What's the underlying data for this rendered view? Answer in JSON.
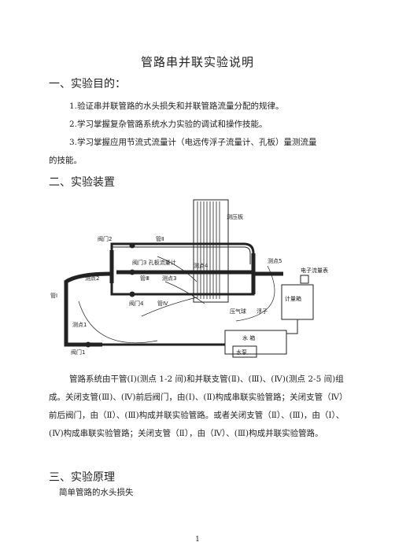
{
  "doc": {
    "title": "管路串并联实验说明",
    "section1": {
      "heading": "一、实验目的：",
      "items": [
        "1.验证串并联管路的水头损失和并联管路流量分配的规律。",
        "2.学习掌握复杂管路系统水力实验的调试和操作技能。",
        "3.学习掌握应用节流式流量计（电远传浮子流量计、孔板）量测流量",
        "的技能。"
      ]
    },
    "section2": {
      "heading": "二、实验装置",
      "paragraph": "管路系统由干管(Ⅰ)(测点 1-2 间)和并联支管(Ⅱ)、(Ⅲ)、(Ⅳ)(测点 2-5 间)组成。关闭支管(Ⅲ)、(Ⅳ)前后阀门，由(Ⅰ)、(Ⅱ)构成串联实验管路；关闭支管（Ⅳ）前后阀门，由（Ⅱ）、(Ⅲ)构成并联实验管路。或者关闭支管（Ⅱ）、(Ⅲ)，由（Ⅰ）、(Ⅳ)构成串联实验管路；关闭支管（Ⅱ），由（Ⅳ）、(Ⅲ)构成并联实验管路。"
    },
    "section3": {
      "heading": "三、实验原理",
      "sub": "简单管路的水头损失"
    },
    "diagram": {
      "labels": {
        "manometer": "测压板",
        "valve2": "阀门2",
        "pipe2": "管Ⅱ",
        "valve3_orifice": "阀门3 孔板流量计",
        "point4": "测点4",
        "point5": "测点5",
        "flowmeter": "电子流量表",
        "point2": "测点2",
        "pipe3": "管Ⅲ",
        "point3": "测点3",
        "pipe1": "管Ⅰ",
        "valve4": "阀门4",
        "pipe4": "管Ⅳ",
        "meter_tank": "计量箱",
        "pressure_bulb": "压气球",
        "float": "浮子",
        "point1": "测点1",
        "water_tank": "水 箱",
        "pump": "水泵",
        "valve1": "阀门1"
      }
    },
    "page_number": "1"
  }
}
